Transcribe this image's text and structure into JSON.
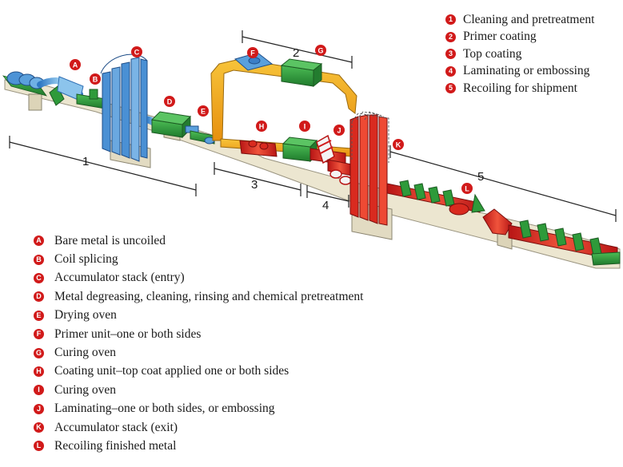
{
  "sections": [
    {
      "number": "1",
      "description": "Cleaning and pretreatment"
    },
    {
      "number": "2",
      "description": "Primer coating"
    },
    {
      "number": "3",
      "description": "Top coating"
    },
    {
      "number": "4",
      "description": "Laminating or embossing"
    },
    {
      "number": "5",
      "description": "Recoiling for shipment"
    }
  ],
  "stations": [
    {
      "letter": "A",
      "description": "Bare metal is uncoiled"
    },
    {
      "letter": "B",
      "description": "Coil splicing"
    },
    {
      "letter": "C",
      "description": "Accumulator stack (entry)"
    },
    {
      "letter": "D",
      "description": "Metal degreasing, cleaning, rinsing and chemical pretreatment"
    },
    {
      "letter": "E",
      "description": "Drying oven"
    },
    {
      "letter": "F",
      "description": "Primer unit–one or both sides"
    },
    {
      "letter": "G",
      "description": "Curing oven"
    },
    {
      "letter": "H",
      "description": "Coating unit–top coat applied one or both sides"
    },
    {
      "letter": "I",
      "description": "Curing oven"
    },
    {
      "letter": "J",
      "description": "Laminating–one or both sides, or embossing"
    },
    {
      "letter": "K",
      "description": "Accumulator stack (exit)"
    },
    {
      "letter": "L",
      "description": "Recoiling finished metal"
    }
  ],
  "colors": {
    "badge": "#d11a1a",
    "bare_metal": "#5aa0dc",
    "primer": "#f2a516",
    "top_coat": "#d92a1f",
    "equipment": "#2e9a3a",
    "floor": "#e8e2cc"
  }
}
